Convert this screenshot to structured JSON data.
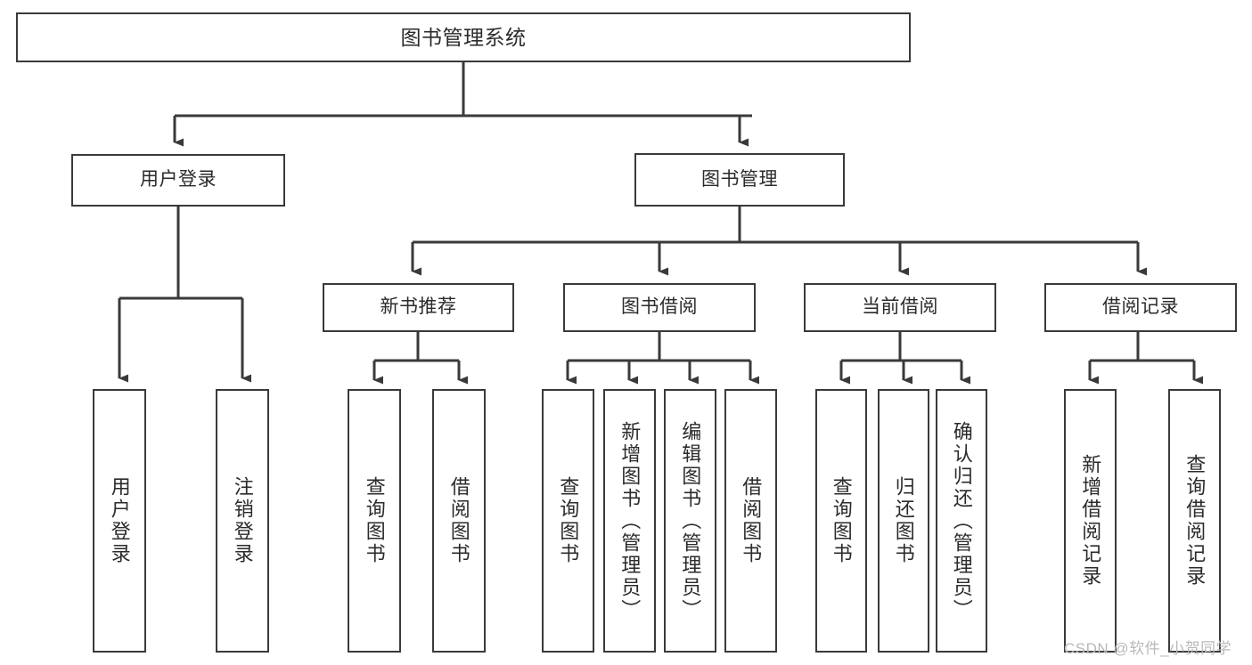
{
  "diagram": {
    "type": "tree-hierarchy",
    "title": "图书管理系统",
    "watermark": "CSDN @软件_小贺同学",
    "colors": {
      "background": "#ffffff",
      "line": "#3a3a3a",
      "box_border": "#3a3a3a",
      "box_fill": "#ffffff",
      "text": "#2b2b2b",
      "watermark": "#b9b9b9"
    },
    "nodes": {
      "root": {
        "label": "图书管理系统"
      },
      "level2": [
        {
          "label": "用户登录"
        },
        {
          "label": "图书管理"
        }
      ],
      "level3": [
        {
          "label": "新书推荐"
        },
        {
          "label": "图书借阅"
        },
        {
          "label": "当前借阅"
        },
        {
          "label": "借阅记录"
        }
      ],
      "leaves": {
        "user_login": [
          {
            "label": "用户登录"
          },
          {
            "label": "注销登录"
          }
        ],
        "new_book": [
          {
            "label": "查询图书"
          },
          {
            "label": "借阅图书"
          }
        ],
        "book_borrow": [
          {
            "label": "查询图书"
          },
          {
            "label": "新增图书（管理员）"
          },
          {
            "label": "编辑图书（管理员）"
          },
          {
            "label": "借阅图书"
          }
        ],
        "current_borrow": [
          {
            "label": "查询图书"
          },
          {
            "label": "归还图书"
          },
          {
            "label": "确认归还（管理员）"
          }
        ],
        "borrow_record": [
          {
            "label": "新增借阅记录"
          },
          {
            "label": "查询借阅记录"
          }
        ]
      }
    }
  }
}
